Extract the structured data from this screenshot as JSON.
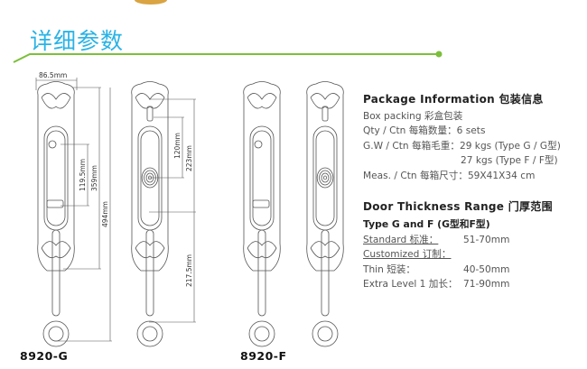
{
  "section_title": "详细参数",
  "accent_color": "#2ab3e6",
  "line_color": "#7cbf3a",
  "models": [
    {
      "label": "8920-G",
      "dims": {
        "width": "86.5mm",
        "d1": "119.5mm",
        "d2": "359mm",
        "d3": "494mm",
        "d4": "120mm",
        "d5": "223mm",
        "d6": "217.5mm"
      }
    },
    {
      "label": "8920-F"
    }
  ],
  "package": {
    "heading": "Package  Information 包装信息",
    "lines": [
      "Box packing 彩盒包装",
      "Qty / Ctn 每箱数量：6 sets",
      "G.W / Ctn 每箱毛重：29 kgs (Type G / G型)",
      "27 kgs (Type F / F型)",
      "Meas. / Ctn 每箱尺寸：59X41X34 cm"
    ]
  },
  "door": {
    "heading": "Door Thickness Range 门厚范围",
    "subheading": "Type G and F (G型和F型)",
    "rows": [
      {
        "label": "Standard 标准：",
        "value": "51-70mm"
      },
      {
        "label": "Customized 订制：",
        "value": ""
      },
      {
        "label": "Thin 短装：",
        "value": "40-50mm"
      },
      {
        "label": "Extra Level 1 加长：",
        "value": "71-90mm"
      }
    ]
  }
}
